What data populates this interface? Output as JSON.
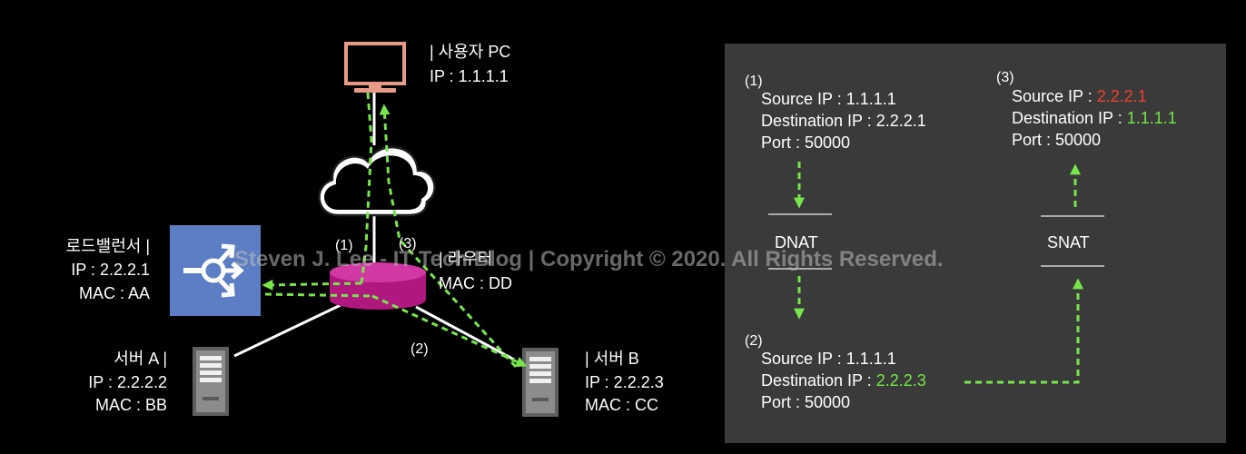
{
  "colors": {
    "background": "#000000",
    "panel": "#3a3a3a",
    "arrow_green": "#76e64a",
    "highlight_red": "#f0412c",
    "load_balancer": "#5b7ec4",
    "router": "#b0187f",
    "pc": "#e79a85"
  },
  "nodes": {
    "pc": {
      "title": "| 사용자 PC",
      "ip": "IP : 1.1.1.1",
      "icon": "monitor-icon"
    },
    "load_balancer": {
      "title": "로드밸런서 |",
      "ip": "IP : 2.2.2.1",
      "mac": "MAC : AA",
      "icon": "load-balancer-icon"
    },
    "router": {
      "title": "| 라우터",
      "mac": "MAC : DD",
      "icon": "router-icon"
    },
    "server_a": {
      "title": "서버 A |",
      "ip": "IP : 2.2.2.2",
      "mac": "MAC : BB",
      "icon": "server-icon"
    },
    "server_b": {
      "title": "| 서버 B",
      "ip": "IP : 2.2.2.3",
      "mac": "MAC : CC",
      "icon": "server-icon"
    },
    "cloud": {
      "icon": "cloud-icon"
    }
  },
  "flow_labels": {
    "step1": "(1)",
    "step2": "(2)",
    "step3": "(3)"
  },
  "watermark": "Steven J. Lee - IT Tech Blog | Copyright © 2020. All Rights Reserved.",
  "nat_panel": {
    "step1": {
      "number": "(1)",
      "src_label": "Source IP : ",
      "src_value": "1.1.1.1",
      "dst_label": "Destination IP : ",
      "dst_value": "2.2.2.1",
      "port": "Port : 50000"
    },
    "step2": {
      "number": "(2)",
      "src_label": "Source IP : ",
      "src_value": "1.1.1.1",
      "dst_label": "Destination IP : ",
      "dst_value": "2.2.2.3",
      "port": "Port : 50000"
    },
    "step3": {
      "number": "(3)",
      "src_label": "Source IP : ",
      "src_value": "2.2.2.1",
      "dst_label": "Destination IP : ",
      "dst_value": "1.1.1.1",
      "port": "Port : 50000"
    },
    "dnat_label": "DNAT",
    "snat_label": "SNAT"
  }
}
